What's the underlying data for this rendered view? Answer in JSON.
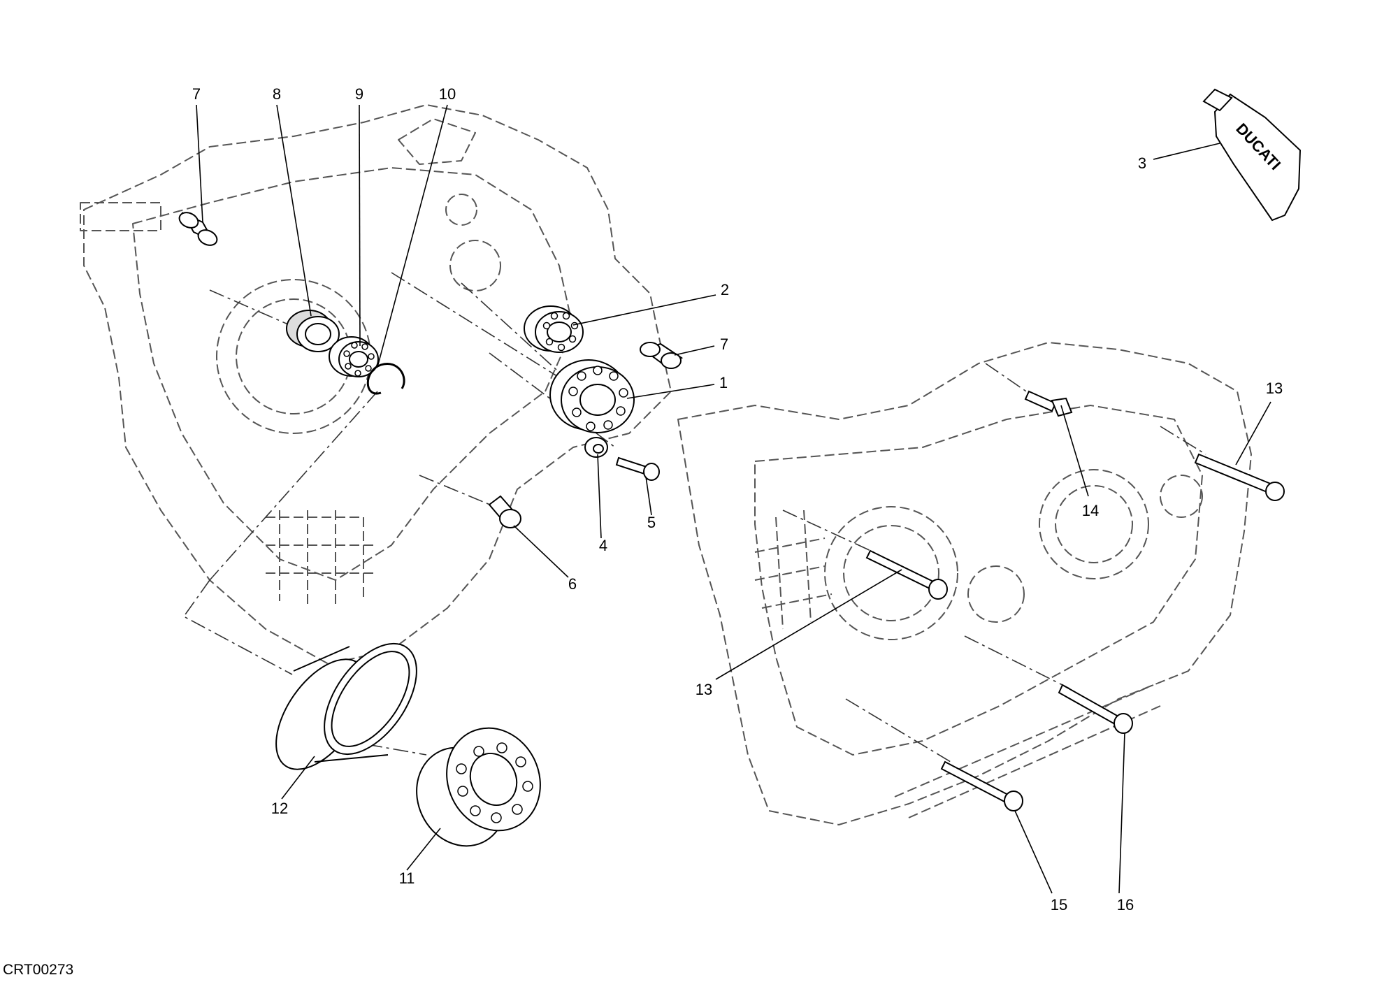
{
  "drawing_code": "CRT00273",
  "tube_brand": "DUCATI",
  "callouts": [
    {
      "key": "c7a",
      "label": "7"
    },
    {
      "key": "c8",
      "label": "8"
    },
    {
      "key": "c9",
      "label": "9"
    },
    {
      "key": "c10",
      "label": "10"
    },
    {
      "key": "c2",
      "label": "2"
    },
    {
      "key": "c7b",
      "label": "7"
    },
    {
      "key": "c1",
      "label": "1"
    },
    {
      "key": "c5",
      "label": "5"
    },
    {
      "key": "c4",
      "label": "4"
    },
    {
      "key": "c6",
      "label": "6"
    },
    {
      "key": "c3",
      "label": "3"
    },
    {
      "key": "c13a",
      "label": "13"
    },
    {
      "key": "c14",
      "label": "14"
    },
    {
      "key": "c13b",
      "label": "13"
    },
    {
      "key": "c12",
      "label": "12"
    },
    {
      "key": "c11",
      "label": "11"
    },
    {
      "key": "c15",
      "label": "15"
    },
    {
      "key": "c16",
      "label": "16"
    }
  ]
}
